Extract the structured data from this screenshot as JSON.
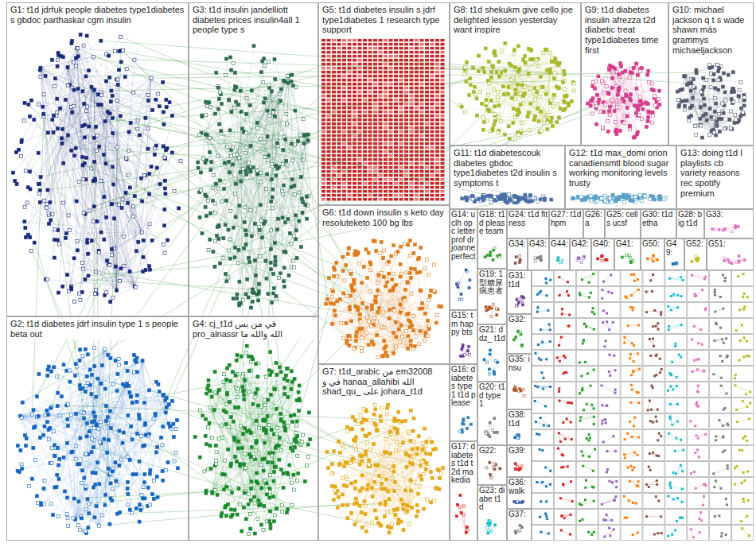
{
  "diagram": {
    "nodes": [
      {
        "text": [
          "G1: t1d jdrfuk people diabetes type1diabetes s gbdoc parthaskar cgm insulin"
        ]
      },
      {
        "text": [
          "G2: t1d diabetes jdrf insulin type 1 s people beta out"
        ]
      },
      {
        "text": [
          "G3: t1d insulin jandelliott diabetes prices insulin4all 1 people type s"
        ]
      },
      {
        "text": [
          "G4: cj_t1d في من بس pro_alnassr الله والله ما"
        ]
      },
      {
        "text": [
          "G5: t1d diabetes insulin s jdrf type1diabetes 1 research type support"
        ]
      },
      {
        "text": [
          "G6: t1d down insulin s keto day resoluteketo 100 bg lbs"
        ]
      },
      {
        "text": [
          "G7: t1d_arabic من em32008 في و hanaa_allahibi الله shad_qu_ على johara_t1d"
        ]
      },
      {
        "text": [
          "G8: t1d shekukm give cello joe delighted lesson yesterday want inspire"
        ]
      },
      {
        "text": [
          "G9: t1d diabetes insulin afrezza t2d diabetic treat type1diabetes time first"
        ]
      },
      {
        "text": [
          "G10: michael jackson q t s wade shawn más grammys michaeljackson"
        ]
      },
      {
        "text": [
          "G11: t1d diabetescouk diabetes gbdoc type1diabetes t2d insulin s symptoms t"
        ]
      },
      {
        "text": [
          "G12: t1d max_domi orion canadiensmtl blood sugar working monitoring levels trusty"
        ]
      },
      {
        "text": [
          "G13: doing t1d l playlists cb variety reasons rec spotify premium"
        ]
      },
      {
        "text": [
          "G14: uclh opc letter prof drjoanne perfect"
        ]
      },
      {
        "text": [
          "G15: t m happy bts"
        ]
      },
      {
        "text": [
          "G16: diabetes type 1 t1d please"
        ]
      },
      {
        "text": [
          "G17: diabetes t1d t2d makedia"
        ]
      },
      {
        "text": [
          "G18: t1d please team"
        ]
      },
      {
        "text": [
          "G19: 1 型糖尿病患者"
        ]
      },
      {
        "text": [
          "G21: ddz_ t1d"
        ]
      },
      {
        "text": [
          "G20: t1d type 1"
        ]
      },
      {
        "text": [
          "G22:"
        ]
      },
      {
        "text": [
          "G23: diabe t1d"
        ]
      },
      {
        "text": [
          "G24: t1d fitness"
        ]
      },
      {
        "text": [
          "G27: t1d hpm"
        ]
      },
      {
        "text": [
          "G26: a"
        ]
      },
      {
        "text": [
          "G25: cells ucsf"
        ]
      },
      {
        "text": [
          "G30: t1d etha"
        ]
      },
      {
        "text": [
          "G28: big t1d"
        ]
      },
      {
        "text": [
          "G33:"
        ]
      },
      {
        "text": [
          "G34:"
        ]
      },
      {
        "text": [
          "G43:"
        ]
      },
      {
        "text": [
          "G44:"
        ]
      },
      {
        "text": [
          "G42:"
        ]
      },
      {
        "text": [
          "G40:"
        ]
      },
      {
        "text": [
          "G41:"
        ]
      },
      {
        "text": [
          "G50:"
        ]
      },
      {
        "text": [
          "G49:"
        ]
      },
      {
        "text": [
          "G52:"
        ]
      },
      {
        "text": [
          "G51:"
        ]
      },
      {
        "text": [
          "G31: t1d"
        ]
      },
      {
        "text": [
          "G32:"
        ]
      },
      {
        "text": [
          "G35: insu"
        ]
      },
      {
        "text": [
          "G38: t1d"
        ]
      },
      {
        "text": [
          "G39:"
        ]
      },
      {
        "text": [
          "G36: walk"
        ]
      },
      {
        "text": [
          "G37:"
        ]
      }
    ]
  }
}
